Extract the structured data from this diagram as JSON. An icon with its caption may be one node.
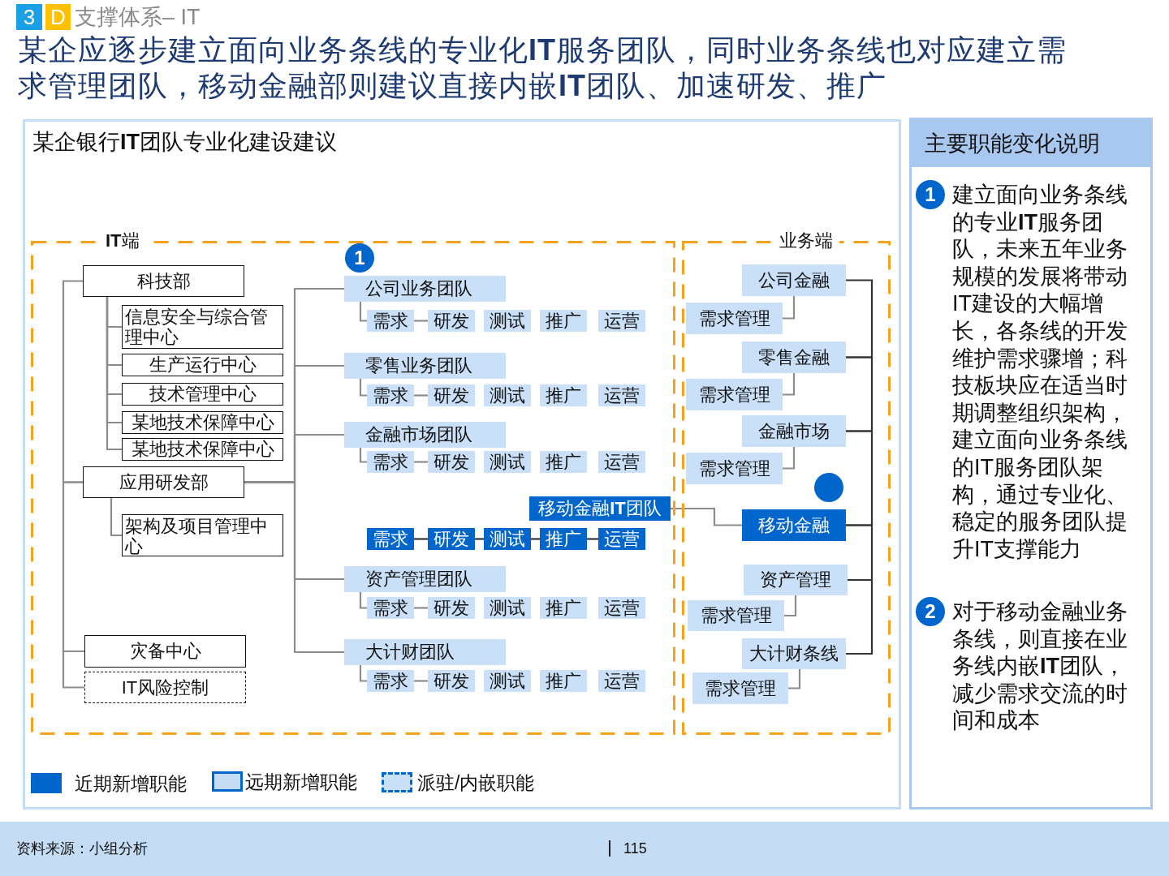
{
  "diagram": {
    "title": "某企应逐步建立面向业务条线的专业化**IT**服务团队，同时业务条线也对应建立需求管理团队，移动金融部则建议直接内嵌**IT**团队、加速研发、推广",
    "nodes": [
      {
        "text": [
          "某企银行**IT**团队专业化建设建议"
        ]
      },
      {
        "text": [
          "**IT**端"
        ],
        "in": 0
      },
      {
        "text": [
          "科技部"
        ],
        "in": 1
      },
      {
        "text": [
          "信息安全与综合管理中心"
        ],
        "in": 1
      },
      {
        "text": [
          "生产运行中心"
        ],
        "in": 1
      },
      {
        "text": [
          "技术管理中心"
        ],
        "in": 1
      },
      {
        "text": [
          "某地技术保障中心"
        ],
        "in": 1
      },
      {
        "text": [
          "某地技术保障中心"
        ],
        "in": 1
      },
      {
        "text": [
          "应用研发部"
        ],
        "in": 1
      },
      {
        "text": [
          "架构及项目管理中心"
        ],
        "in": 1
      },
      {
        "text": [
          "灾备中心"
        ],
        "in": 1
      },
      {
        "text": [
          "IT风险控制"
        ],
        "in": 1
      },
      {
        "text": [
          "1"
        ],
        "in": 1
      },
      {
        "text": [
          "公司业务团队"
        ],
        "in": 1
      },
      {
        "text": [
          "需求"
        ],
        "in": 1
      },
      {
        "text": [
          "研发"
        ],
        "in": 1
      },
      {
        "text": [
          "测试"
        ],
        "in": 1
      },
      {
        "text": [
          "推广"
        ],
        "in": 1
      },
      {
        "text": [
          "运营"
        ],
        "in": 1
      },
      {
        "text": [
          "零售业务团队"
        ],
        "in": 1
      },
      {
        "text": [
          "需求"
        ],
        "in": 1
      },
      {
        "text": [
          "研发"
        ],
        "in": 1
      },
      {
        "text": [
          "测试"
        ],
        "in": 1
      },
      {
        "text": [
          "推广"
        ],
        "in": 1
      },
      {
        "text": [
          "运营"
        ],
        "in": 1
      },
      {
        "text": [
          "金融市场团队"
        ],
        "in": 1
      },
      {
        "text": [
          "需求"
        ],
        "in": 1
      },
      {
        "text": [
          "研发"
        ],
        "in": 1
      },
      {
        "text": [
          "测试"
        ],
        "in": 1
      },
      {
        "text": [
          "推广"
        ],
        "in": 1
      },
      {
        "text": [
          "运营"
        ],
        "in": 1
      },
      {
        "text": [
          "移动金融**IT**团队"
        ],
        "in": 1
      },
      {
        "text": [
          "需求"
        ],
        "in": 1
      },
      {
        "text": [
          "研发"
        ],
        "in": 1
      },
      {
        "text": [
          "测试"
        ],
        "in": 1
      },
      {
        "text": [
          "推广"
        ],
        "in": 1
      },
      {
        "text": [
          "运营"
        ],
        "in": 1
      },
      {
        "text": [
          "资产管理团队"
        ],
        "in": 1
      },
      {
        "text": [
          "需求"
        ],
        "in": 1
      },
      {
        "text": [
          "研发"
        ],
        "in": 1
      },
      {
        "text": [
          "测试"
        ],
        "in": 1
      },
      {
        "text": [
          "推广"
        ],
        "in": 1
      },
      {
        "text": [
          "运营"
        ],
        "in": 1
      },
      {
        "text": [
          "大计财团队"
        ],
        "in": 1
      },
      {
        "text": [
          "需求"
        ],
        "in": 1
      },
      {
        "text": [
          "研发"
        ],
        "in": 1
      },
      {
        "text": [
          "测试"
        ],
        "in": 1
      },
      {
        "text": [
          "推广"
        ],
        "in": 1
      },
      {
        "text": [
          "运营"
        ],
        "in": 1
      },
      {
        "text": [
          "业务端"
        ],
        "in": 0
      },
      {
        "text": [
          "公司金融"
        ],
        "in": 49
      },
      {
        "text": [
          "需求管理"
        ],
        "in": 49
      },
      {
        "text": [
          "零售金融"
        ],
        "in": 49
      },
      {
        "text": [
          "需求管理"
        ],
        "in": 49
      },
      {
        "text": [
          "金融市场"
        ],
        "in": 49
      },
      {
        "text": [
          "需求管理"
        ],
        "in": 49
      },
      {
        "text": [],
        "shape": "circle",
        "in": 49
      },
      {
        "text": [
          "移动金融"
        ],
        "in": 49
      },
      {
        "text": [
          "资产管理"
        ],
        "in": 49
      },
      {
        "text": [
          "需求管理"
        ],
        "in": 49
      },
      {
        "text": [
          "大计财条线"
        ],
        "in": 49
      },
      {
        "text": [
          "需求管理"
        ],
        "in": 49
      },
      {
        "text": [
          "主要职能变化说明"
        ]
      },
      {
        "text": [
          "1"
        ],
        "in": 62,
        "beside": [
          "建立面向业务条线的专业**IT**服务团队，未来五年业务规模的发展将带动IT建设的大幅增长，各条线的开发维护需求骤增；科技板块应在适当时期调整组织架构，建立面向业务条线的IT服务团队架构，通过专业化、稳定的服务团队提升IT支撑能力"
        ]
      },
      {
        "text": [
          "2"
        ],
        "in": 62,
        "beside": [
          "对于移动金融业务条线，则直接在业务线内嵌**IT**团队，减少需求交流的时间和成本"
        ]
      }
    ],
    "edges": [
      {
        "from": 2,
        "to": 8,
        "arrow": "none"
      },
      {
        "from": 8,
        "to": 10,
        "arrow": "none"
      },
      {
        "from": 10,
        "to": 11,
        "arrow": "none"
      },
      {
        "from": 2,
        "to": 3,
        "arrow": "none"
      },
      {
        "from": 2,
        "to": 4,
        "arrow": "none"
      },
      {
        "from": 2,
        "to": 5,
        "arrow": "none"
      },
      {
        "from": 2,
        "to": 6,
        "arrow": "none"
      },
      {
        "from": 2,
        "to": 7,
        "arrow": "none"
      },
      {
        "from": 8,
        "to": 9,
        "arrow": "none"
      },
      {
        "from": 8,
        "to": 13,
        "arrow": "none"
      },
      {
        "from": 8,
        "to": 19,
        "arrow": "none"
      },
      {
        "from": 8,
        "to": 25,
        "arrow": "none"
      },
      {
        "from": 8,
        "to": 37,
        "arrow": "none"
      },
      {
        "from": 8,
        "to": 43,
        "arrow": "none"
      },
      {
        "from": 13,
        "to": 14,
        "arrow": "none"
      },
      {
        "from": 14,
        "to": 15,
        "arrow": "none"
      },
      {
        "from": 19,
        "to": 20,
        "arrow": "none"
      },
      {
        "from": 20,
        "to": 21,
        "arrow": "none"
      },
      {
        "from": 25,
        "to": 26,
        "arrow": "none"
      },
      {
        "from": 26,
        "to": 27,
        "arrow": "none"
      },
      {
        "from": 32,
        "to": 33,
        "arrow": "none",
        "color": "#333333"
      },
      {
        "from": 33,
        "to": 34,
        "arrow": "none",
        "color": "#333333"
      },
      {
        "from": 34,
        "to": 35,
        "arrow": "none",
        "color": "#333333"
      },
      {
        "from": 35,
        "to": 36,
        "arrow": "none",
        "color": "#333333"
      },
      {
        "from": 37,
        "to": 38,
        "arrow": "none"
      },
      {
        "from": 38,
        "to": 39,
        "arrow": "none"
      },
      {
        "from": 43,
        "to": 44,
        "arrow": "none"
      },
      {
        "from": 44,
        "to": 45,
        "arrow": "none"
      },
      {
        "from": 31,
        "to": 57,
        "arrow": "none"
      },
      {
        "from": 50,
        "to": 52,
        "arrow": "none",
        "color": "#333333"
      },
      {
        "from": 52,
        "to": 54,
        "arrow": "none",
        "color": "#333333"
      },
      {
        "from": 54,
        "to": 57,
        "arrow": "none",
        "color": "#333333"
      },
      {
        "from": 57,
        "to": 58,
        "arrow": "none",
        "color": "#333333"
      },
      {
        "from": 58,
        "to": 60,
        "arrow": "none",
        "color": "#333333"
      },
      {
        "from": 50,
        "to": 51,
        "arrow": "none"
      },
      {
        "from": 52,
        "to": 53,
        "arrow": "none"
      },
      {
        "from": 54,
        "to": 55,
        "arrow": "none"
      },
      {
        "from": 58,
        "to": 59,
        "arrow": "none"
      },
      {
        "from": 60,
        "to": 61,
        "arrow": "none"
      }
    ],
    "labels": [
      "3",
      "D",
      "支撑体系– IT",
      "资料来源：小组分析",
      "115"
    ],
    "legend": [
      {
        "text": "近期新增职能",
        "color": "#0066cc"
      },
      {
        "text": "远期新增职能",
        "color": "#c5dcf5"
      },
      {
        "text": "派驻/内嵌职能"
      }
    ]
  }
}
